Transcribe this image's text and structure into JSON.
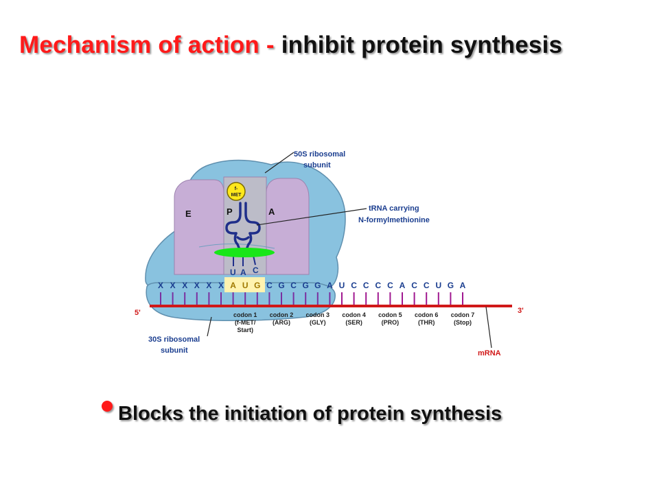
{
  "title": {
    "highlight": "Mechanism of action -",
    "rest": "inhibit protein synthesis"
  },
  "diagram": {
    "label_50s_line1": "50S ribosomal",
    "label_50s_line2": "subunit",
    "label_30s_line1": "30S ribosomal",
    "label_30s_line2": "subunit",
    "label_trna_line1": "tRNA carrying",
    "label_trna_line2": "N-formylmethionine",
    "site_e": "E",
    "site_p": "P",
    "site_a": "A",
    "fmet_line1": "f-",
    "fmet_line2": "MET",
    "anticodon": [
      "U",
      "A",
      "C"
    ],
    "mrna_bases": [
      "X",
      "X",
      "X",
      "X",
      "X",
      "X",
      "A",
      "U",
      "G",
      "C",
      "G",
      "C",
      "G",
      "G",
      "A",
      "U",
      "C",
      "C",
      "C",
      "C",
      "A",
      "C",
      "C",
      "U",
      "G",
      "A"
    ],
    "five_prime": "5'",
    "three_prime": "3'",
    "mrna_label": "mRNA",
    "codons": [
      {
        "l1": "codon 1",
        "l2": "(f-MET/",
        "l3": "Start)"
      },
      {
        "l1": "codon 2",
        "l2": "(ARG)",
        "l3": ""
      },
      {
        "l1": "codon 3",
        "l2": "(GLY)",
        "l3": ""
      },
      {
        "l1": "codon 4",
        "l2": "(SER)",
        "l3": ""
      },
      {
        "l1": "codon 5",
        "l2": "(PRO)",
        "l3": ""
      },
      {
        "l1": "codon 6",
        "l2": "(THR)",
        "l3": ""
      },
      {
        "l1": "codon 7",
        "l2": "(Stop)",
        "l3": ""
      }
    ]
  },
  "bullet": "Blocks the initiation of protein synthesis",
  "colors": {
    "title_accent": "#ff1a1a",
    "ribosome_blue": "#89c2df",
    "subunit_purple": "#c7aed6",
    "mrna_red": "#d01818",
    "label_blue": "#1a3d8f",
    "trna_navy": "#1f2e8a",
    "drug_green": "#19e619",
    "fmet_yellow": "#ffe81a"
  }
}
